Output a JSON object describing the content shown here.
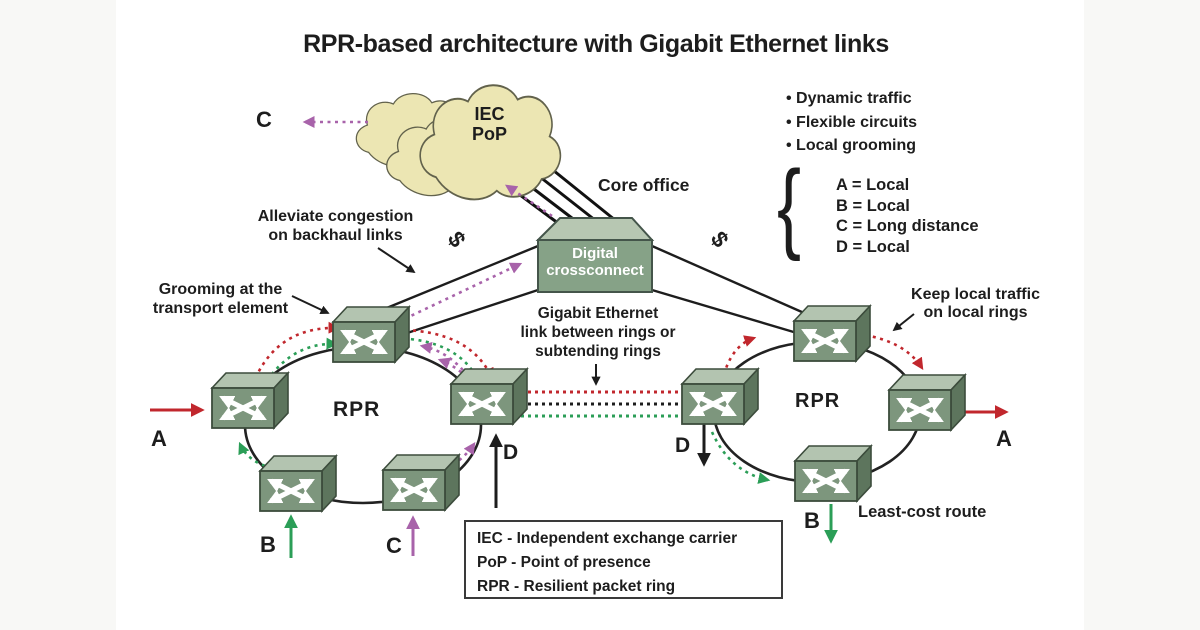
{
  "title": "RPR-based architecture with Gigabit Ethernet links",
  "cloud": {
    "label": "IEC\nPoP"
  },
  "core_office_label": "Core office",
  "crossconnect_label": "Digital\ncrossconnect",
  "features": {
    "items": [
      "Dynamic traffic",
      "Flexible circuits",
      "Local grooming"
    ]
  },
  "traffic_key": {
    "brace": "{",
    "items": [
      "A = Local",
      "B = Local",
      "C = Long distance",
      "D = Local"
    ]
  },
  "annotations": {
    "alleviate": "Alleviate congestion\non backhaul links",
    "grooming": "Grooming at the\ntransport element",
    "gige": "Gigabit Ethernet\nlink between rings or\nsubtending rings",
    "keep_local": "Keep local traffic\non local rings",
    "least_cost": "Least-cost route",
    "dollar": "$",
    "c_exit": "C"
  },
  "rings": {
    "left_label": "RPR",
    "right_label": "RPR"
  },
  "flow_labels": {
    "a_left": "A",
    "b_left": "B",
    "c_left": "C",
    "d_left": "D",
    "d_right": "D",
    "b_right": "B",
    "a_right": "A"
  },
  "legend": {
    "lines": [
      "IEC - Independent exchange carrier",
      "PoP - Point of presence",
      "RPR - Resilient packet ring"
    ]
  },
  "colors": {
    "red": "#c1272d",
    "green": "#2b9e57",
    "purple": "#a863aa",
    "black": "#1d1d1d",
    "cloud_fill": "#ece6b3",
    "switch_front": "#7d967d",
    "crossconnect_front": "#86a287"
  }
}
